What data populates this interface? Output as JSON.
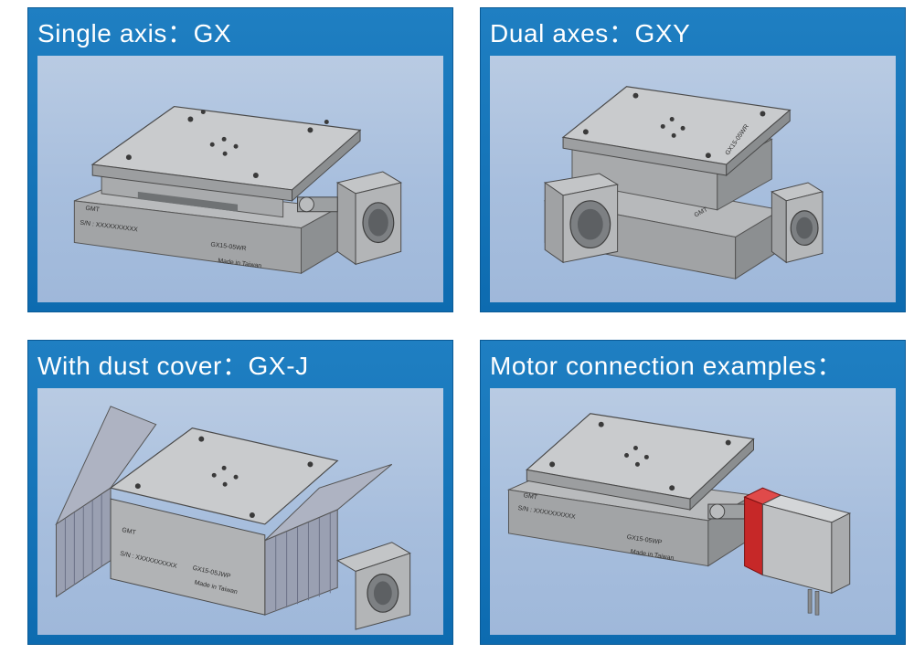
{
  "panels": [
    {
      "title": "Single axis：GX",
      "engravings": {
        "serial": "S/N : XXXXXXXXXX",
        "model": "GX15-05WR",
        "origin": "Made in Taiwan",
        "brand": "GMT"
      }
    },
    {
      "title": "Dual axes：GXY",
      "engravings": {
        "model": "GX15-05WR",
        "brand": "GMT"
      }
    },
    {
      "title": "With dust cover：GX-J",
      "engravings": {
        "serial": "S/N : XXXXXXXXXX",
        "model": "GX15-05JWP",
        "origin": "Made in Taiwan",
        "brand": "GMT"
      }
    },
    {
      "title": "Motor connection examples：",
      "engravings": {
        "serial": "S/N : XXXXXXXXXX",
        "model": "GX15-05WP",
        "origin": "Made in Taiwan",
        "brand": "GMT"
      }
    }
  ],
  "colors": {
    "panel_blue": "#1676bb",
    "viewport_bg": "#a9c0de",
    "steel_light": "#c4c6c8",
    "steel_mid": "#a7a9ab",
    "steel_dark": "#7f8285",
    "coupling_red": "#d32b2b"
  }
}
